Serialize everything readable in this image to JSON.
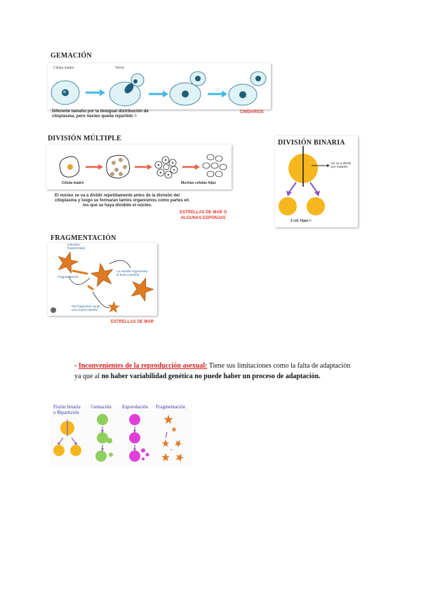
{
  "gemacion": {
    "title": "GEMACIÓN",
    "label_madre": "Célula madre",
    "label_yema": "Yema",
    "caption_line1": "Diferente tamaño por la desigual distribución de",
    "caption_line2": "citoplasma, pero núcleo queda repartido =",
    "examples": "CNIDARIOS"
  },
  "division_multiple": {
    "title": "DIVISIÓN MÚLTIPLE",
    "label_madre": "Célula madre",
    "label_hijas": "Muchas células hijas",
    "caption_line1": "El núcleo se va a dividir repetidamente antes de la división del",
    "caption_line2": "citoplasma y luego se formarán tantos organismos como partes en",
    "caption_line3": "los que se haya dividido el núcleo.",
    "examples_line1": "ESTRELLAS DE MAR O",
    "examples_line2": "ALGUNAS ESPONJAS"
  },
  "division_binaria": {
    "title": "DIVISIÓN BINARIA",
    "label_arrow_line1": "Se va a dividir",
    "label_arrow_line2": "por mitades",
    "label_hijas": "2 cél. hijas ="
  },
  "fragmentacion": {
    "title": "FRAGMENTACIÓN",
    "label_1_line1": "Individuo",
    "label_1_line2": "fragmentado",
    "label_2": "Fragmentación",
    "label_3_line1": "La estrella regenerará",
    "label_3_line2": "el brazo perdido",
    "label_4_line1": "Del fragmento surge",
    "label_4_line2": "una nueva estrella",
    "examples": "ESTRELLAS DE MAR"
  },
  "paragraph": {
    "dash": "- ",
    "underlined": "Inconvenientes de la reproducción asexual:",
    "text1": " Tiene sus limitaciones como la falta de adaptación ya que al ",
    "bold": "no haber variabilidad genética no puede haber un proceso de adaptación.",
    "text2": ""
  },
  "summary": {
    "col1_line1": "Fisión binaria",
    "col1_line2": "o Bipartición",
    "col2": "Gemación",
    "col3": "Esporulación",
    "col4": "Fragmentación"
  },
  "colors": {
    "cell_fill": "#dff2f6",
    "cell_stroke": "#4a8aa3",
    "nucleus": "#1f5f7a",
    "arrow_blue": "#46b7e6",
    "arrow_red": "#e8614b",
    "yellow": "#f6b61d",
    "purple": "#8a57c9",
    "green": "#8ecf5d",
    "magenta": "#e040d8",
    "starfish": "#e07a22"
  }
}
